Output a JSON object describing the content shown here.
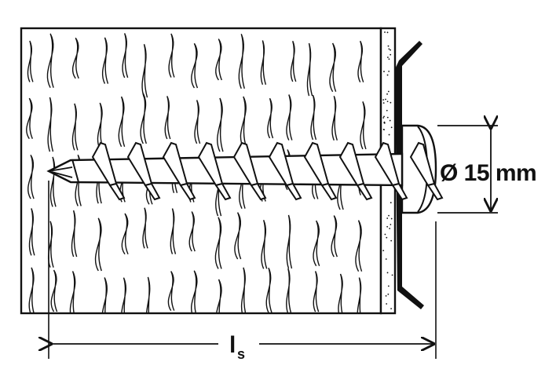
{
  "diagram": {
    "diameter_label": "Ø 15 mm",
    "length_symbol": "l",
    "length_subscript": "s"
  },
  "colors": {
    "line": "#111111",
    "background": "#ffffff"
  }
}
